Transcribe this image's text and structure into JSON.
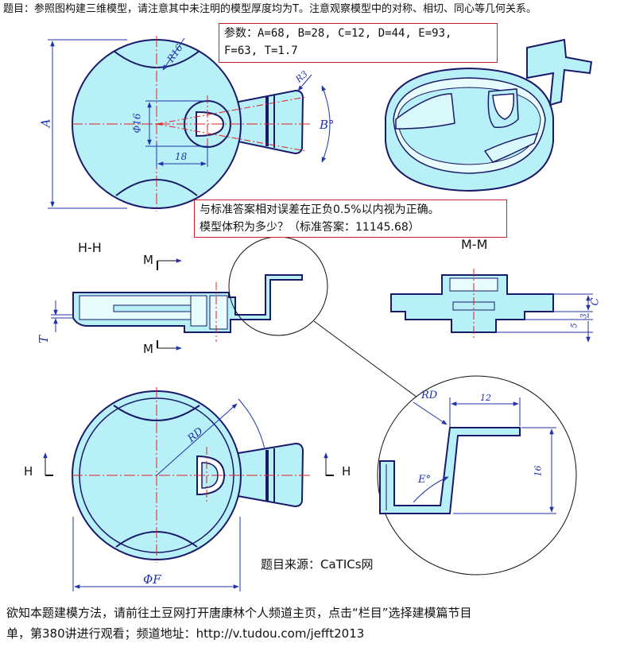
{
  "title": "题目：参照图构建三维模型，请注意其中未注明的模型厚度均为T。注意观察模型中的对称、相切、同心等几何关系。",
  "params": {
    "line1": "参数：A=68, B=28, C=12, D=44, E=93,",
    "line2": "F=63, T=1.7"
  },
  "note": {
    "line1": "与标准答案相对误差在正负0.5%以内视为正确。",
    "line2": "模型体积为多少？（标准答案：11145.68）"
  },
  "views": {
    "section_hh": "H-H",
    "section_mm": "M-M",
    "cut_m_top": "M",
    "cut_m_bottom": "M",
    "cut_h_left": "H",
    "cut_h_right": "H"
  },
  "dims": {
    "A": "A",
    "B": "B°",
    "R16": "R16",
    "R3": "R3",
    "D16": "Φ16",
    "d18": "18",
    "T": "T",
    "C": "C",
    "d5": "5",
    "d3": "3",
    "RD_main": "RD",
    "F": "ΦF",
    "RD_detail": "RD",
    "d12": "12",
    "d16": "16",
    "E": "E°"
  },
  "source": "题目来源：CaTICs网",
  "footer": {
    "line1": "欲知本题建模方法，请前往土豆网打开唐康林个人频道主页，点击“栏目”选择建模篇节目",
    "line2": "单，第380讲进行观看；频道地址：http://v.tudou.com/jefft2013"
  },
  "colors": {
    "fill": "#b8f0f8",
    "outline": "#1a1a6a",
    "center": "#e02020",
    "dim": "#2233aa",
    "box": "#c8222a"
  }
}
